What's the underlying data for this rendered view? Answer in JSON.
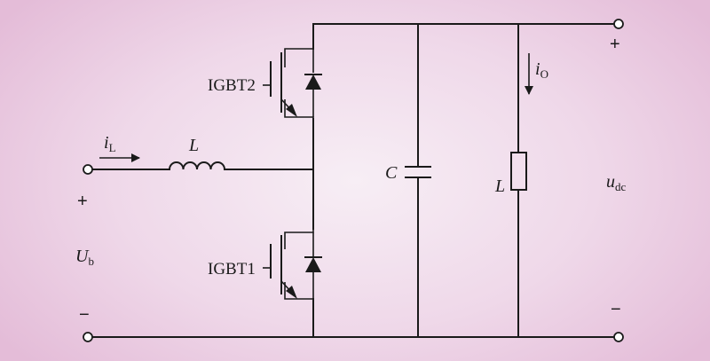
{
  "labels": {
    "igbt2": "IGBT2",
    "igbt1": "IGBT1",
    "inductor": "L",
    "capacitor": "C",
    "load": "L",
    "il_main": "i",
    "il_sub": "L",
    "io_main": "i",
    "io_sub": "O",
    "ub_main": "U",
    "ub_sub": "b",
    "udc_main": "u",
    "udc_sub": "dc",
    "plus": "+",
    "minus": "−"
  }
}
